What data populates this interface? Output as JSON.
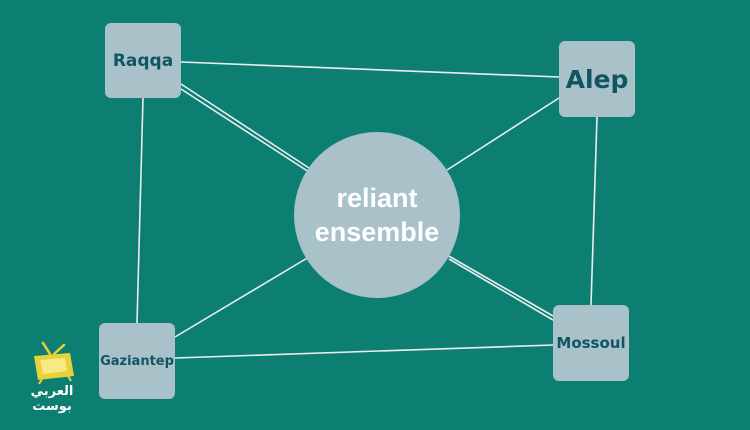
{
  "diagram": {
    "center_label_line1": "reliant",
    "center_label_line2": "ensemble",
    "nodes": {
      "raqqa": "Raqqa",
      "alep": "Alep",
      "gaziantep": "Gaziantep",
      "mossoul": "Mossoul"
    },
    "edges": [
      [
        "raqqa",
        "alep"
      ],
      [
        "raqqa",
        "gaziantep"
      ],
      [
        "alep",
        "mossoul"
      ],
      [
        "gaziantep",
        "mossoul"
      ],
      [
        "raqqa",
        "center"
      ],
      [
        "alep",
        "center"
      ],
      [
        "gaziantep",
        "center"
      ],
      [
        "mossoul",
        "center"
      ]
    ]
  },
  "watermark": {
    "text": "العربي بوست",
    "icon": "tv-icon"
  },
  "colors": {
    "background": "#0d7f72",
    "node_fill": "#a9c1c9",
    "node_text": "#0f5662",
    "center_text": "#ffffff",
    "edge": "#e8eef0",
    "logo_yellow": "#e8d13a"
  }
}
